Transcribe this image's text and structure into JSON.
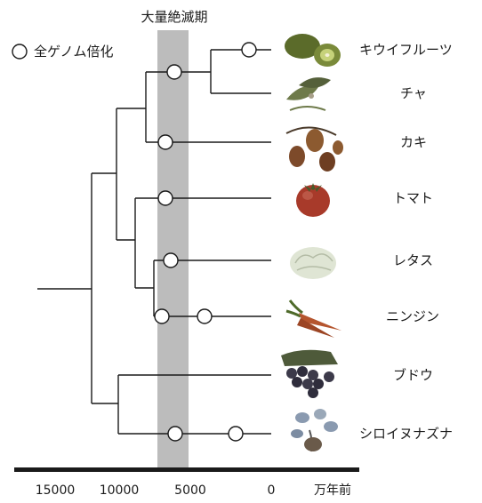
{
  "band_label": "大量絶滅期",
  "legend": {
    "symbol": "○",
    "label": "全ゲノム倍化"
  },
  "species": [
    "キウイフルーツ",
    "チャ",
    "カキ",
    "トマト",
    "レタス",
    "ニンジン",
    "ブドウ",
    "シロイヌナズナ"
  ],
  "species_icons": [
    "kiwi-fruit-icon",
    "tea-leaf-icon",
    "persimmon-icon",
    "tomato-icon",
    "lettuce-icon",
    "carrot-icon",
    "grape-icon",
    "arabidopsis-icon"
  ],
  "axis": {
    "ticks": [
      "15000",
      "10000",
      "5000",
      "0"
    ],
    "unit": "万年前"
  },
  "colors": {
    "band": "#bcbcbc",
    "line": "#1a1a1a",
    "axis": "#1a1a1a",
    "kiwi": "#5b6b2a",
    "tea": "#6e7a4a",
    "persimmon": "#7d4a2a",
    "tomato": "#a83a2a",
    "lettuce": "#cfd6c2",
    "carrot": "#b5552e",
    "grape": "#3c3a4a",
    "arabidopsis": "#8a9ab0"
  }
}
